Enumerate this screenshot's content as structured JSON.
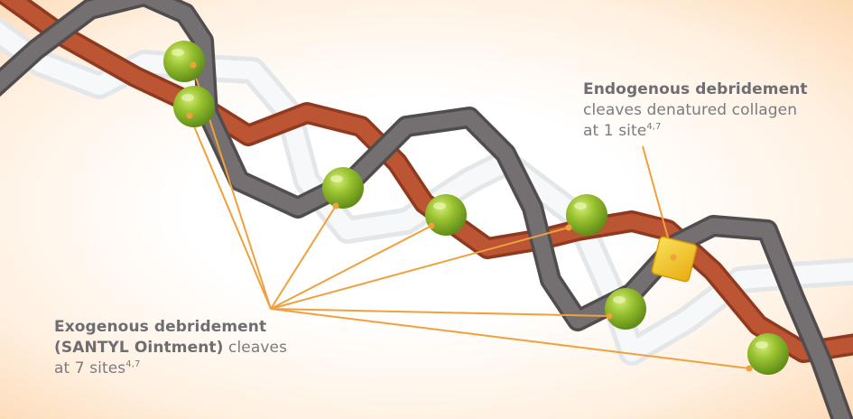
{
  "exogenous": {
    "title": "Exogenous debridement",
    "product": "(SANTYL Ointment)",
    "text_after_product": " cleaves",
    "line3": "at 7 sites",
    "superscript": "4,7"
  },
  "endogenous": {
    "title": "Endogenous debridement",
    "line2": "cleaves denatured collagen",
    "line3": "at 1 site",
    "superscript": "4,7"
  },
  "colors": {
    "background_glow": "#fcd6ad",
    "strand_gray": "#6f6a6b",
    "strand_rust": "#b8512f",
    "strand_white": "#eef0f1",
    "cleavage_site_green": "#8fbb2b",
    "cleavage_site_yellow": "#f4c419",
    "leader_line": "#f0a03c"
  },
  "icons": {
    "exogenous_site": "green-sphere",
    "endogenous_site": "yellow-square"
  }
}
